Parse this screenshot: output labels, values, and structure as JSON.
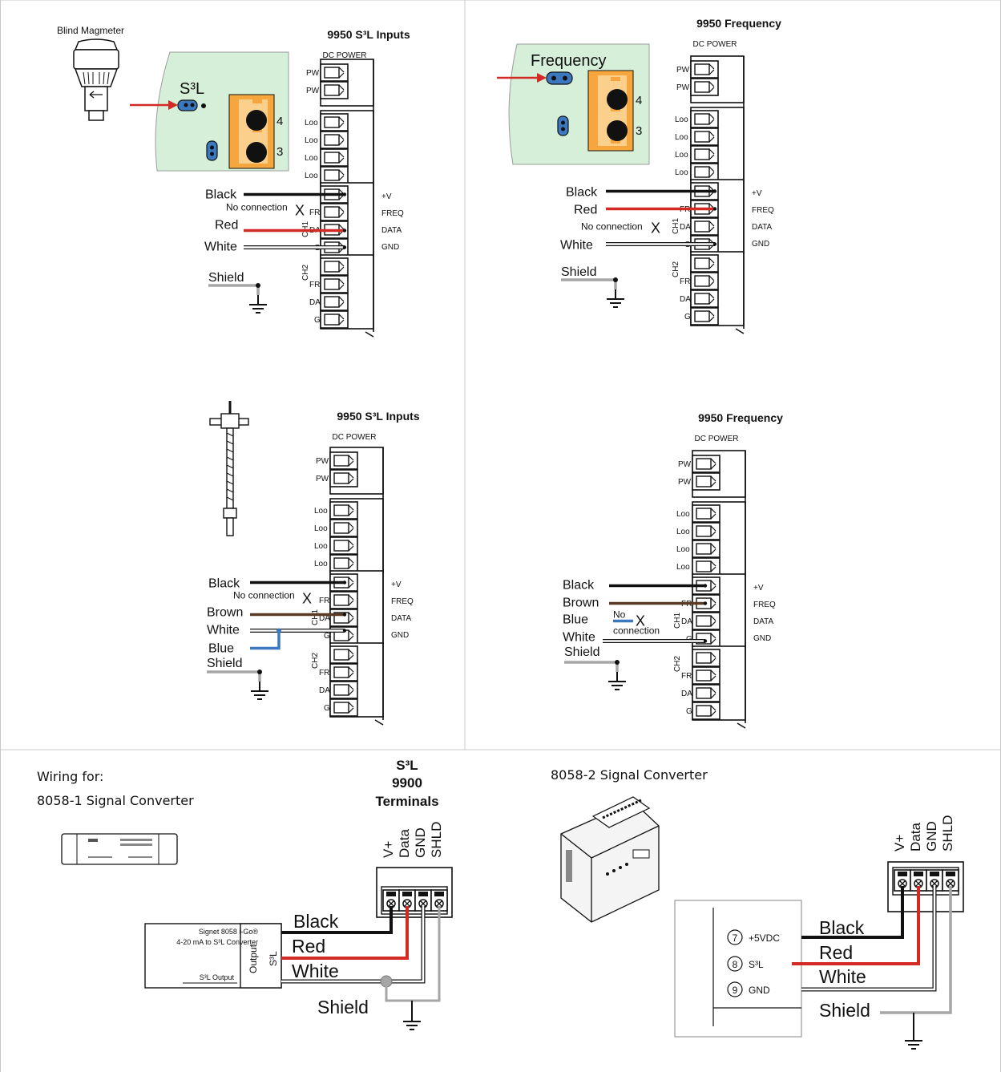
{
  "panels": {
    "tl": {
      "title": "9950 S³L Inputs",
      "sensor_label": "Blind Magmeter",
      "jumper_label": "S³L",
      "dc_power": "DC POWER",
      "wires": [
        "Black",
        "Red",
        "White",
        "Shield"
      ],
      "no_connection": "No connection"
    },
    "tr": {
      "title": "9950 Frequency",
      "jumper_label": "Frequency",
      "dc_power": "DC POWER",
      "wires": [
        "Black",
        "Red",
        "White",
        "Shield"
      ],
      "no_connection": "No connection"
    },
    "ml": {
      "title": "9950 S³L Inputs",
      "dc_power": "DC POWER",
      "wires": [
        "Black",
        "Brown",
        "White",
        "Blue",
        "Shield"
      ],
      "no_connection": "No connection"
    },
    "mr": {
      "title": "9950 Frequency",
      "dc_power": "DC POWER",
      "wires": [
        "Black",
        "Brown",
        "Blue",
        "White",
        "Shield"
      ],
      "no_connection_1": "No",
      "no_connection_2": "connection"
    }
  },
  "terminal": {
    "pw": "PW",
    "loop": "Loo",
    "ch1": "CH1",
    "ch2": "CH2",
    "fr": "FR",
    "da": "DA",
    "g": "G",
    "right_labels": [
      "+V",
      "FREQ",
      "DATA",
      "GND"
    ]
  },
  "board": {
    "num4": "4",
    "num3": "3"
  },
  "bottom_left": {
    "wiring_for": "Wiring for:",
    "converter_title": "8058-1 Signal Converter",
    "s3l_header": "S³L",
    "terminals_header_1": "9900",
    "terminals_header_2": "Terminals",
    "term_labels": [
      "V+",
      "Data",
      "GND",
      "SHLD"
    ],
    "wires": [
      "Black",
      "Red",
      "White",
      "Shield"
    ],
    "box_line1": "Signet 8058 i-Go®",
    "box_line2": "4-20 mA to S³L Converter",
    "box_output": "S³L  Output",
    "output_label": "Output",
    "s3l_small": "S³L"
  },
  "bottom_right": {
    "converter_title": "8058-2 Signal Converter",
    "term_labels": [
      "V+",
      "Data",
      "GND",
      "SHLD"
    ],
    "pins": [
      {
        "num": "7",
        "label": "+5VDC"
      },
      {
        "num": "8",
        "label": "S³L"
      },
      {
        "num": "9",
        "label": "GND"
      }
    ],
    "wires": [
      "Black",
      "Red",
      "White",
      "Shield"
    ]
  },
  "colors": {
    "black_wire": "#111111",
    "red_wire": "#d42a25",
    "white_wire": "#ffffff",
    "brown_wire": "#5a3a24",
    "blue_wire": "#3b78c0",
    "shield_wire": "#a6a6a6",
    "board_green": "#d6efd8",
    "board_orange": "#f6a63c",
    "arrow_red": "#d42a25"
  }
}
